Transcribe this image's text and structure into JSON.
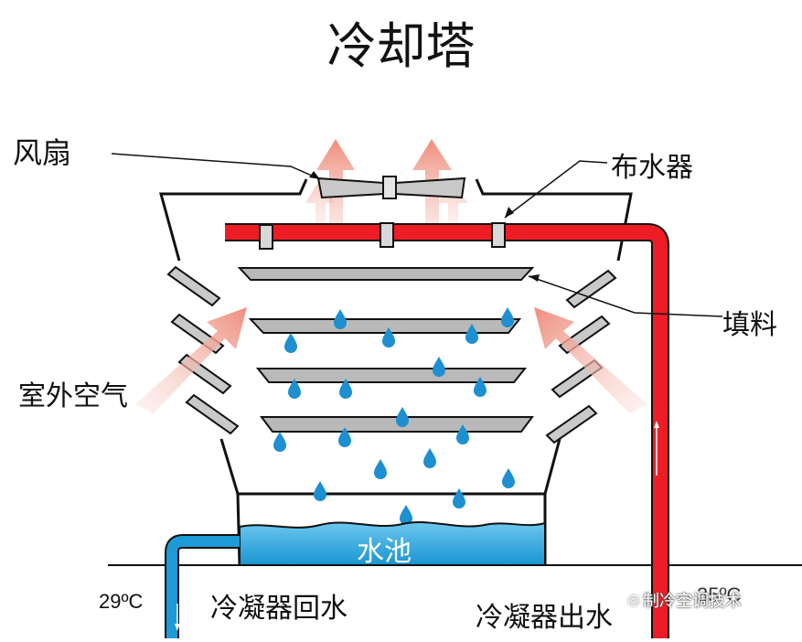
{
  "title": "冷却塔",
  "labels": {
    "fan": "风扇",
    "distributor": "布水器",
    "fill": "填料",
    "outdoor_air": "室外空气",
    "pool": "水池",
    "condenser_return": "冷凝器回水",
    "condenser_supply": "冷凝器出水",
    "temp_in": "29ºC",
    "temp_out": "35ºC"
  },
  "watermark": "制冷空调技术",
  "colors": {
    "pipe_red": "#ee1c24",
    "water_blue": "#1f9fd8",
    "fill_gray": "#b9b9b9",
    "air_arrow": "#f0a59a"
  }
}
